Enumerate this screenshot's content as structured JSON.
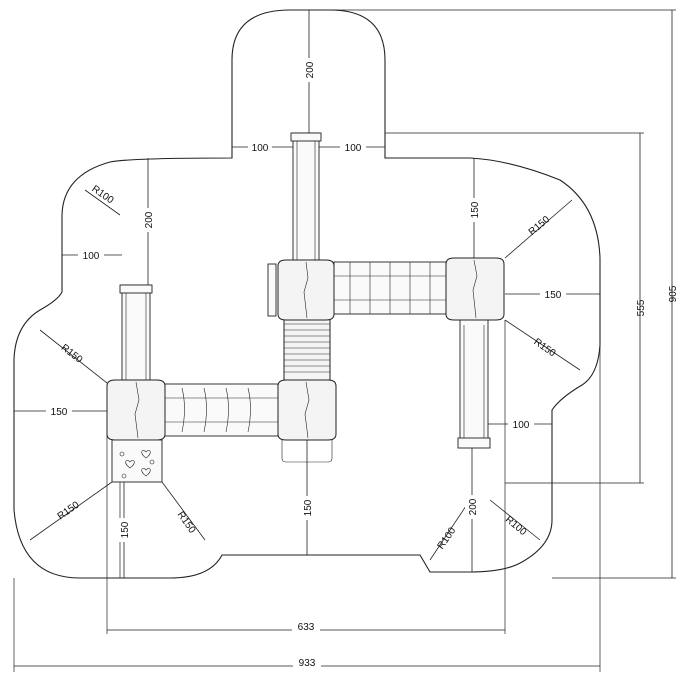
{
  "dimensions": {
    "d_933": "933",
    "d_905": "905",
    "d_633": "633",
    "d_555": "555",
    "d_200_top": "200",
    "d_100_top_left": "100",
    "d_100_top_right": "100",
    "d_200_left": "200",
    "d_100_left": "100",
    "d_150_right_top": "150",
    "d_150_right_mid": "150",
    "d_100_right_low": "100",
    "d_150_left": "150",
    "d_150_bottom_left": "150",
    "d_150_bottom_mid": "150",
    "d_200_bottom_right": "200"
  },
  "radii": {
    "r100_top_left": "R100",
    "r150_right_upper": "R150",
    "r150_right_mid": "R150",
    "r150_left_mid": "R150",
    "r150_left_low": "R150",
    "r150_center_low": "R150",
    "r100_bottom_right_a": "R100",
    "r100_bottom_right_b": "R100"
  }
}
